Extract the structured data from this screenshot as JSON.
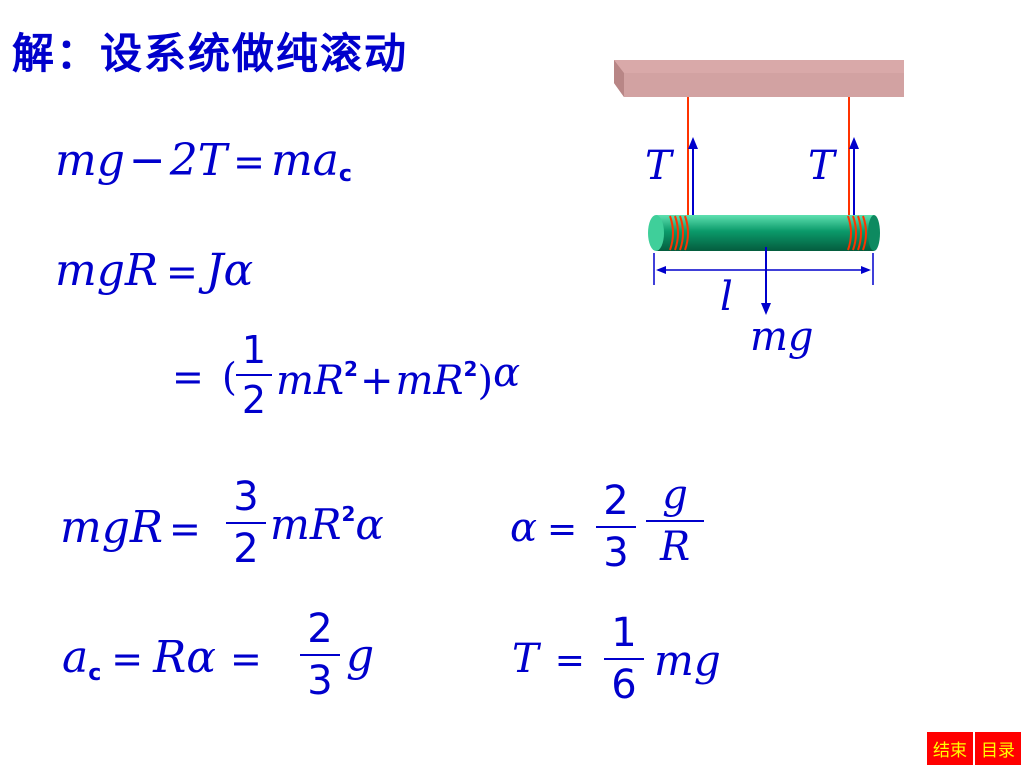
{
  "title": "解：设系统做纯滚动",
  "diagram": {
    "tension_left": "T",
    "tension_right": "T",
    "length_label": "l",
    "weight_label": "mg"
  },
  "eq1": {
    "lhs": "mg",
    "minus": "−",
    "two_t": "2T",
    "eq": "=",
    "rhs": "ma",
    "sub": "c"
  },
  "eq2": {
    "lhs": "mgR",
    "eq": "=",
    "rhs": "Jα"
  },
  "eq3": {
    "eq": "=",
    "lparen": "(",
    "num": "1",
    "den": "2",
    "term1": "mR",
    "sup1": "2",
    "plus": "+",
    "term2": "mR",
    "sup2": "2",
    "rparen": ")",
    "alpha": "α"
  },
  "eq4": {
    "lhs": "mgR",
    "eq": "=",
    "num": "3",
    "den": "2",
    "term": "mR",
    "sup": "2",
    "alpha": "α"
  },
  "eq5": {
    "lhs": "α",
    "eq": "=",
    "num1": "2",
    "den1": "3",
    "num2": "g",
    "den2": "R"
  },
  "eq6": {
    "lhs": "a",
    "sub": "c",
    "eq1": "=",
    "mid": "Rα",
    "eq2": "=",
    "num": "2",
    "den": "3",
    "rhs": "g"
  },
  "eq7": {
    "lhs": "T",
    "eq": "=",
    "num": "1",
    "den": "6",
    "rhs": "mg"
  },
  "nav": {
    "end_label": "结束",
    "contents_label": "目录"
  },
  "colors": {
    "text": "#0000cc",
    "rope": "#ff3300",
    "rod": "#0b9a6a",
    "ceiling": "#d8a8a8",
    "nav_bg": "#ff0000",
    "nav_text": "#ffff00"
  }
}
